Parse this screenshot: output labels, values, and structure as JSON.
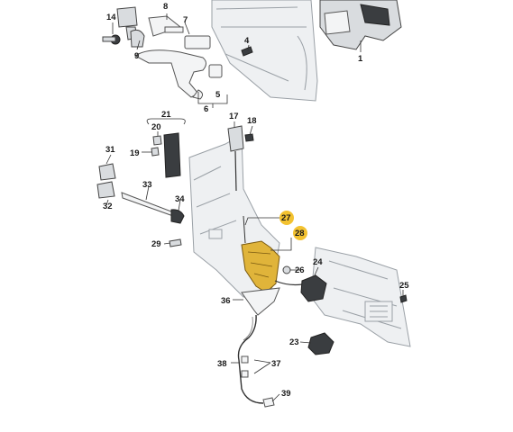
{
  "callouts": {
    "c1": "1",
    "c4": "4",
    "c5": "5",
    "c6": "6",
    "c7": "7",
    "c8": "8",
    "c9": "9",
    "c14": "14",
    "c17": "17",
    "c18": "18",
    "c19": "19",
    "c20": "20",
    "c21": "21",
    "c23": "23",
    "c24": "24",
    "c25": "25",
    "c26": "26",
    "c27": "27",
    "c28": "28",
    "c29": "29",
    "c31": "31",
    "c32": "32",
    "c33": "33",
    "c34": "34",
    "c36": "36",
    "c37": "37",
    "c38": "38",
    "c39": "39"
  },
  "highlighted_parts": [
    "27",
    "28"
  ],
  "colors": {
    "highlight": "#f3c230",
    "lock_body": "#e0b43a",
    "outline": "#444444",
    "vehicle_body": "#9aa0a6"
  }
}
